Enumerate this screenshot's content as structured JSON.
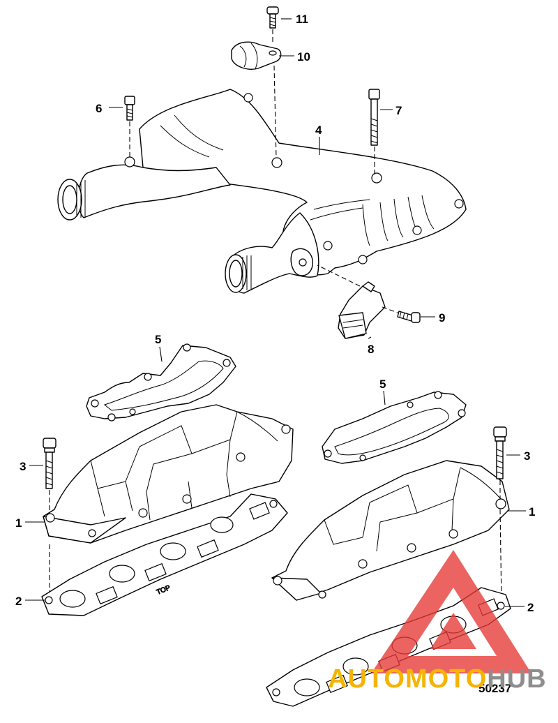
{
  "diagram": {
    "figure_number": "50237",
    "callouts": {
      "c1_left": "1",
      "c1_right": "1",
      "c2_left": "2",
      "c2_right": "2",
      "c3_left": "3",
      "c3_right": "3",
      "c4": "4",
      "c5_left": "5",
      "c5_right": "5",
      "c6": "6",
      "c7": "7",
      "c8": "8",
      "c9": "9",
      "c10": "10",
      "c11": "11"
    },
    "gasket_stamp": "TOP"
  },
  "watermark": {
    "part_auto": "AUTO",
    "part_moto": "MOTO",
    "part_hub": "HUB",
    "colors": {
      "triangle": "#e53935",
      "auto": "#f4b400",
      "moto": "#f4b400",
      "hub": "#8e8e8e"
    }
  }
}
